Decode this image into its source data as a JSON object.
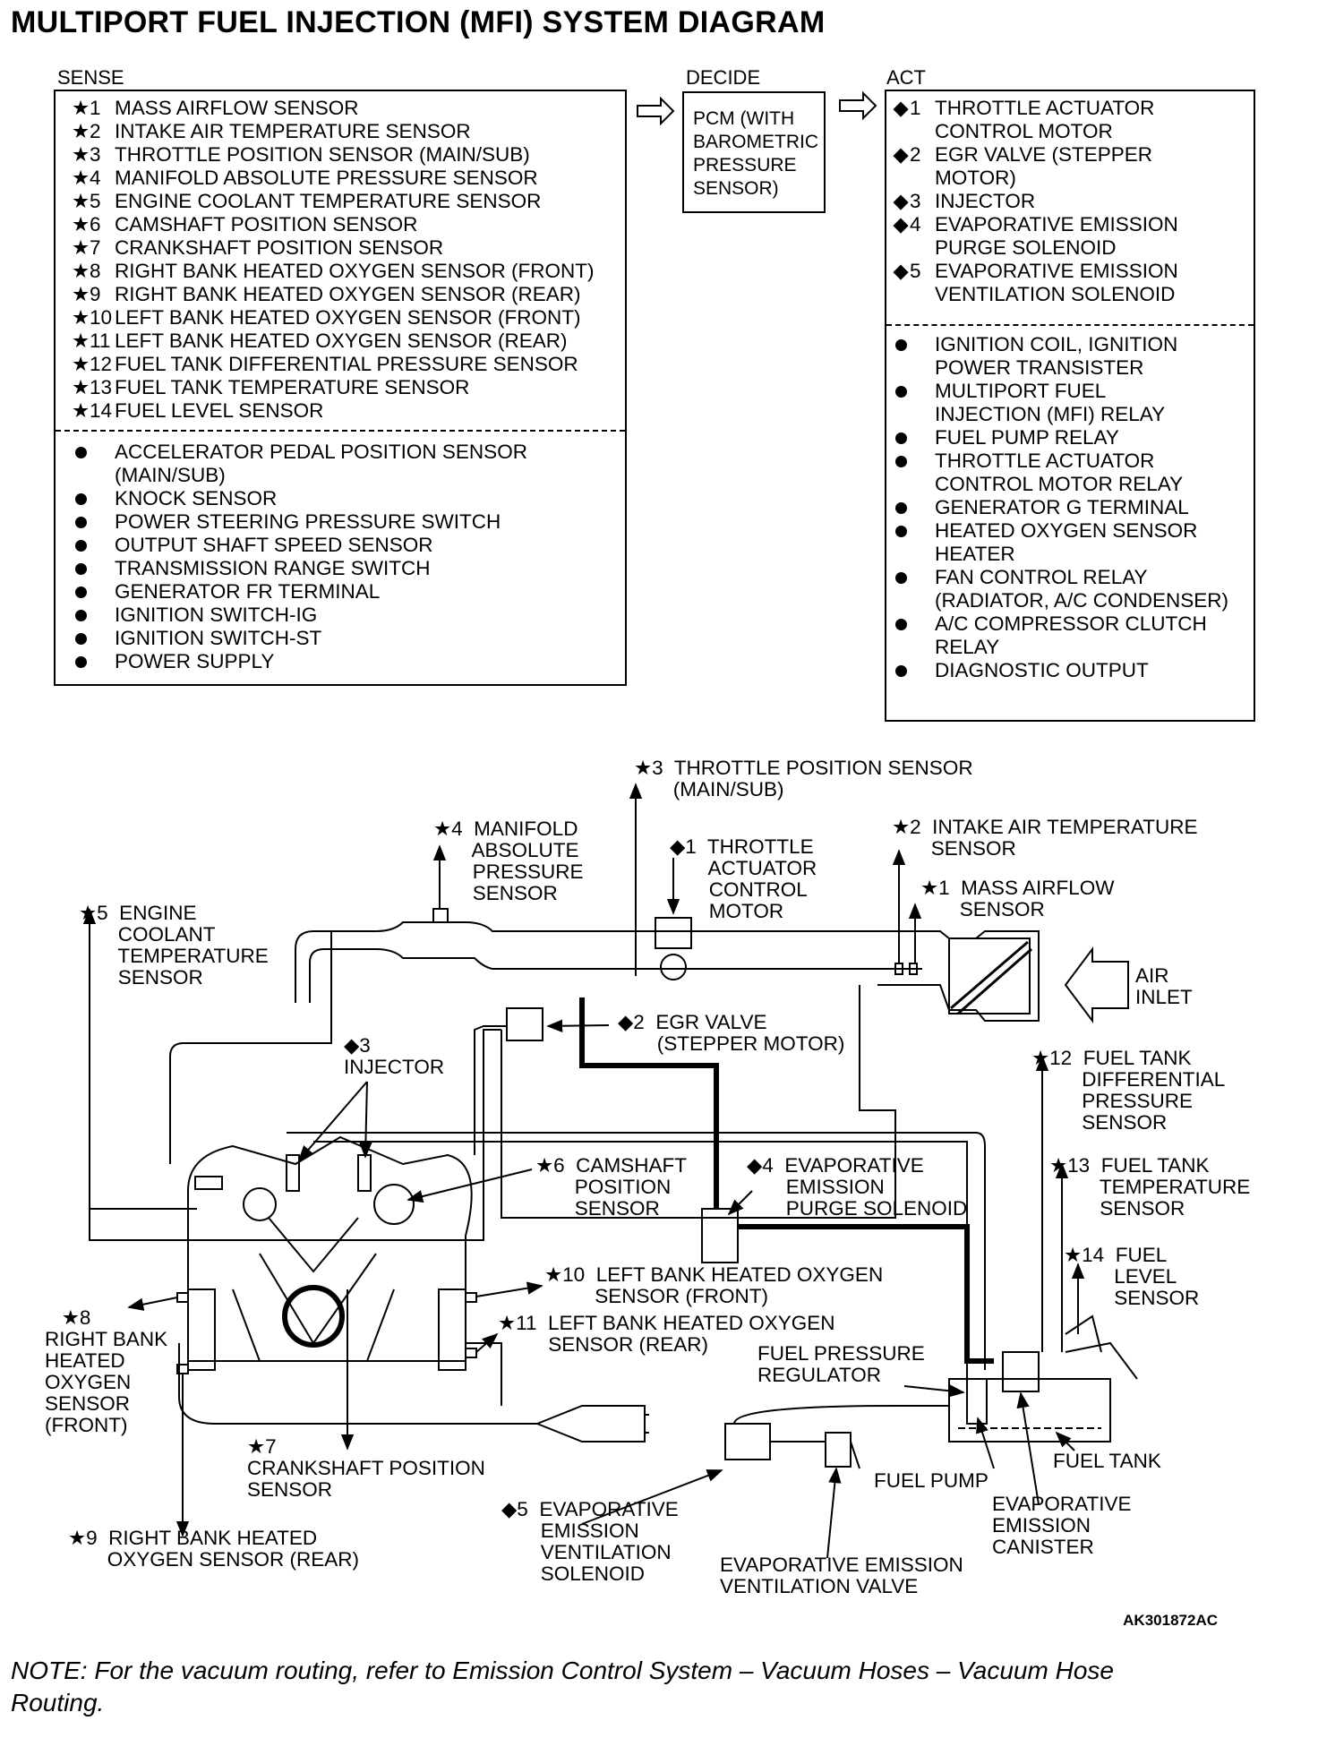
{
  "title": "MULTIPORT FUEL INJECTION (MFI) SYSTEM DIAGRAM",
  "sections": {
    "sense": "SENSE",
    "decide": "DECIDE",
    "act": "ACT"
  },
  "sense_primary": [
    {
      "mark": "★",
      "num": "1",
      "text": "MASS AIRFLOW SENSOR"
    },
    {
      "mark": "★",
      "num": "2",
      "text": "INTAKE AIR TEMPERATURE SENSOR"
    },
    {
      "mark": "★",
      "num": "3",
      "text": "THROTTLE POSITION SENSOR (MAIN/SUB)"
    },
    {
      "mark": "★",
      "num": "4",
      "text": "MANIFOLD ABSOLUTE PRESSURE SENSOR"
    },
    {
      "mark": "★",
      "num": "5",
      "text": "ENGINE COOLANT TEMPERATURE SENSOR"
    },
    {
      "mark": "★",
      "num": "6",
      "text": "CAMSHAFT POSITION SENSOR"
    },
    {
      "mark": "★",
      "num": "7",
      "text": "CRANKSHAFT POSITION SENSOR"
    },
    {
      "mark": "★",
      "num": "8",
      "text": "RIGHT BANK HEATED OXYGEN SENSOR (FRONT)"
    },
    {
      "mark": "★",
      "num": "9",
      "text": "RIGHT BANK HEATED OXYGEN SENSOR (REAR)"
    },
    {
      "mark": "★",
      "num": "10",
      "text": "LEFT BANK HEATED OXYGEN SENSOR (FRONT)"
    },
    {
      "mark": "★",
      "num": "11",
      "text": "LEFT BANK HEATED OXYGEN SENSOR (REAR)"
    },
    {
      "mark": "★",
      "num": "12",
      "text": "FUEL TANK DIFFERENTIAL PRESSURE SENSOR"
    },
    {
      "mark": "★",
      "num": "13",
      "text": "FUEL TANK TEMPERATURE SENSOR"
    },
    {
      "mark": "★",
      "num": "14",
      "text": "FUEL LEVEL SENSOR"
    }
  ],
  "sense_secondary": [
    "ACCELERATOR PEDAL POSITION SENSOR",
    "(MAIN/SUB)",
    "KNOCK SENSOR",
    "POWER STEERING PRESSURE SWITCH",
    "OUTPUT SHAFT SPEED SENSOR",
    "TRANSMISSION RANGE SWITCH",
    "GENERATOR FR TERMINAL",
    "IGNITION SWITCH-IG",
    "IGNITION SWITCH-ST",
    "POWER SUPPLY"
  ],
  "decide": [
    "PCM (WITH",
    "BAROMETRIC",
    "PRESSURE",
    "SENSOR)"
  ],
  "act_primary": [
    {
      "mark": "◆",
      "num": "1",
      "lines": [
        "THROTTLE ACTUATOR",
        "CONTROL MOTOR"
      ]
    },
    {
      "mark": "◆",
      "num": "2",
      "lines": [
        "EGR VALVE (STEPPER",
        "MOTOR)"
      ]
    },
    {
      "mark": "◆",
      "num": "3",
      "lines": [
        "INJECTOR"
      ]
    },
    {
      "mark": "◆",
      "num": "4",
      "lines": [
        "EVAPORATIVE EMISSION",
        "PURGE SOLENOID"
      ]
    },
    {
      "mark": "◆",
      "num": "5",
      "lines": [
        "EVAPORATIVE EMISSION",
        "VENTILATION SOLENOID"
      ]
    }
  ],
  "act_secondary": [
    "IGNITION COIL, IGNITION",
    "POWER TRANSISTER",
    "MULTIPORT FUEL",
    "INJECTION (MFI) RELAY",
    "FUEL PUMP RELAY",
    "THROTTLE ACTUATOR",
    "CONTROL MOTOR RELAY",
    "GENERATOR G TERMINAL",
    "HEATED OXYGEN SENSOR",
    "HEATER",
    "FAN CONTROL RELAY",
    "(RADIATOR, A/C CONDENSER)",
    "A/C COMPRESSOR CLUTCH",
    "RELAY",
    "DIAGNOSTIC OUTPUT"
  ],
  "diagram_labels": {
    "tps": "★3  THROTTLE POSITION SENSOR\n       (MAIN/SUB)",
    "map": "★4  MANIFOLD\n       ABSOLUTE\n       PRESSURE\n       SENSOR",
    "throttle_motor": "◆1  THROTTLE\n       ACTUATOR\n       CONTROL\n       MOTOR",
    "iat": "★2  INTAKE AIR TEMPERATURE\n       SENSOR",
    "maf": "★1  MASS AIRFLOW\n       SENSOR",
    "ect": "★5  ENGINE\n       COOLANT\n       TEMPERATURE\n       SENSOR",
    "air_inlet": "AIR\nINLET",
    "egr": "◆2  EGR VALVE\n       (STEPPER MOTOR)",
    "injector": "◆3\nINJECTOR",
    "ftdp": "★12  FUEL TANK\n         DIFFERENTIAL\n         PRESSURE\n         SENSOR",
    "cmp": "★6  CAMSHAFT\n       POSITION\n       SENSOR",
    "purge": "◆4  EVAPORATIVE\n       EMISSION\n       PURGE SOLENOID",
    "ftt": "★13  FUEL TANK\n         TEMPERATURE\n         SENSOR",
    "fls": "★14  FUEL\n         LEVEL\n         SENSOR",
    "lbf": "★10  LEFT BANK HEATED OXYGEN\n         SENSOR (FRONT)",
    "lbr": "★11  LEFT BANK HEATED OXYGEN\n         SENSOR (REAR)",
    "rbf": "   ★8\nRIGHT BANK\nHEATED\nOXYGEN\nSENSOR\n(FRONT)",
    "fpr": "FUEL PRESSURE\nREGULATOR",
    "ckp": "★7\nCRANKSHAFT POSITION\nSENSOR",
    "fuel_pump": "FUEL PUMP",
    "fuel_tank": "FUEL TANK",
    "canister": "EVAPORATIVE\nEMISSION\nCANISTER",
    "vent_sol": "◆5  EVAPORATIVE\n       EMISSION\n       VENTILATION\n       SOLENOID",
    "vent_valve": "EVAPORATIVE EMISSION\nVENTILATION VALVE",
    "rbr": "★9  RIGHT BANK HEATED\n       OXYGEN SENSOR (REAR)"
  },
  "figure_code": "AK301872AC",
  "note": "NOTE: For the vacuum routing, refer to  Emission Control System – Vacuum Hoses – Vacuum Hose Routing."
}
